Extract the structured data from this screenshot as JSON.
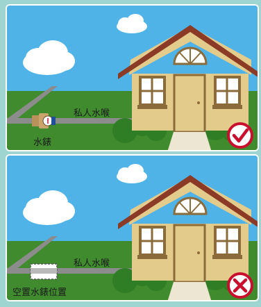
{
  "panels": [
    {
      "pipe_label": "私人水喉",
      "meter_label": "水錶",
      "status_icon": "check-icon",
      "status_color": "#c8102e"
    },
    {
      "pipe_label": "私人水喉",
      "meter_label": "空置水錶位置",
      "status_icon": "cross-icon",
      "status_color": "#c8102e"
    }
  ],
  "colors": {
    "sky": "#4fb3e8",
    "grass": "#3f8b2e",
    "pipe": "#8c8c8c",
    "roof": "#8b3a25",
    "wall": "#e3cb8c"
  }
}
